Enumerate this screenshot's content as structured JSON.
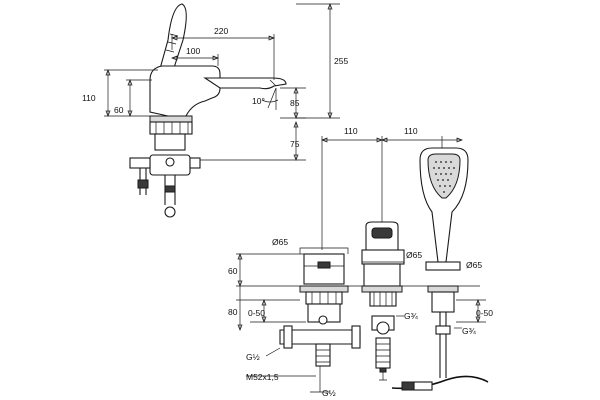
{
  "labels": {
    "d220": "220",
    "d100": "100",
    "d255": "255",
    "d110_left": "110",
    "d60_left": "60",
    "d85": "85",
    "d75": "75",
    "angle": "10°",
    "d110_top_a": "110",
    "d110_top_b": "110",
    "dia65_a": "Ø65",
    "dia65_b": "Ø65",
    "dia65_c": "Ø65",
    "d60_right": "60",
    "d80": "80",
    "d0_50_a": "0-50",
    "d0_50_b": "0-50",
    "g34_a": "G¾",
    "g34_b": "G¾",
    "g12_a": "G½",
    "g12_b": "G½",
    "m52": "M52x1,5"
  }
}
